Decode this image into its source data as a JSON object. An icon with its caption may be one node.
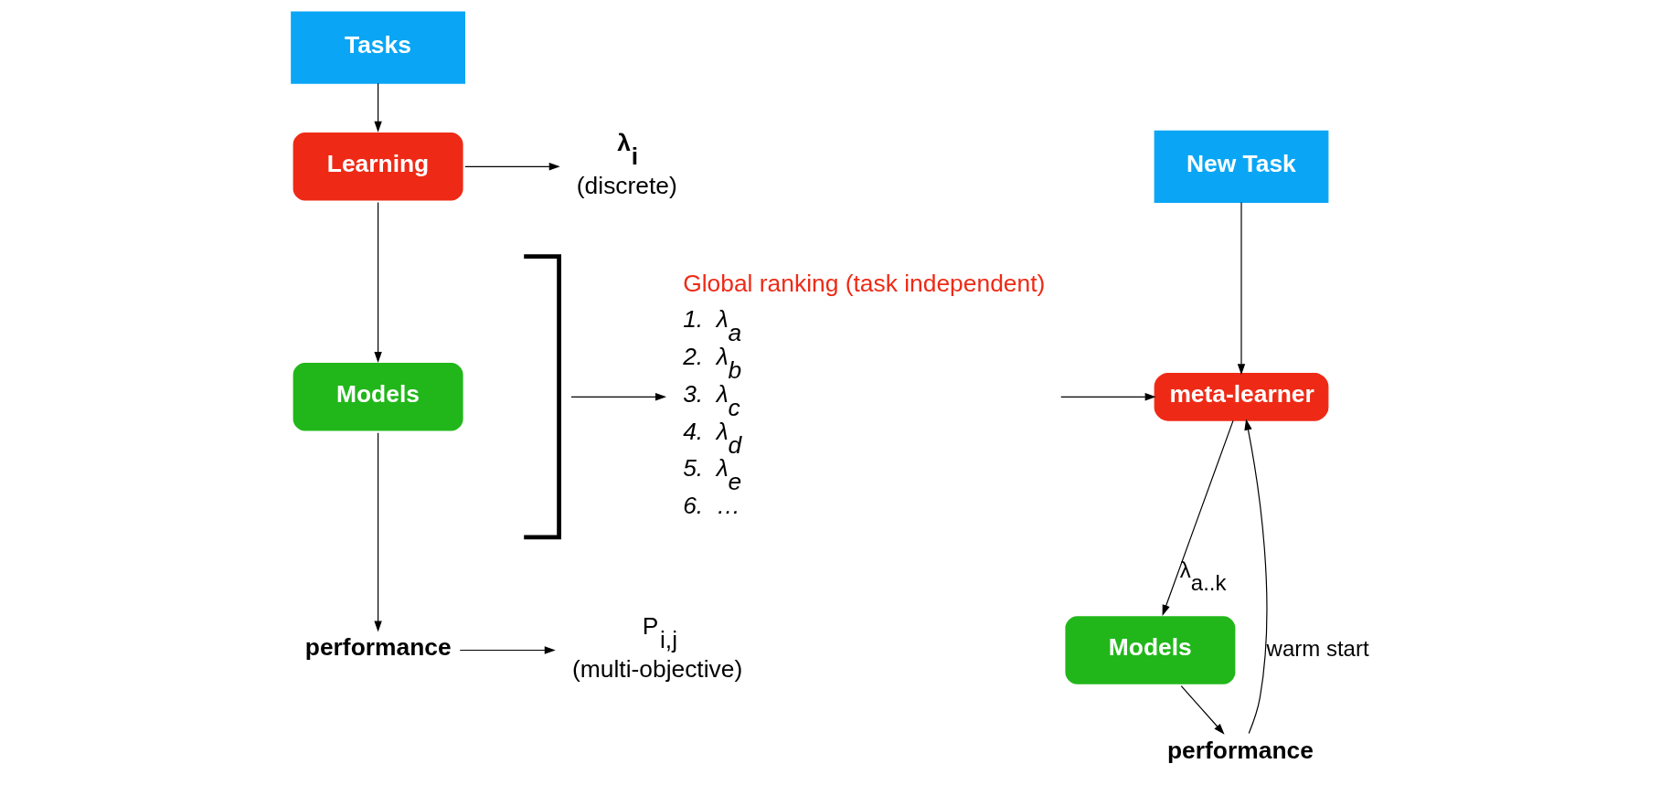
{
  "diagram": {
    "nodes": [
      {
        "text": [
          "Tasks"
        ]
      },
      {
        "text": [
          "Learning"
        ]
      },
      {
        "text": [
          "Models"
        ]
      },
      {
        "text": [
          "performance"
        ]
      },
      {
        "text": [
          "**λ$_{i}$**",
          "(discrete)"
        ]
      },
      {
        "text": [
          "P$_{i,j}$",
          "(multi-objective)"
        ]
      },
      {
        "text": [],
        "shape": "brace"
      },
      {
        "text": [
          "Global ranking (task independent)",
          "1.  λ$_{a}$",
          "2.  λ$_{b}$",
          "3.  λ$_{c}$",
          "4.  λ$_{d}$",
          "5.  λ$_{e}$",
          "6.  …"
        ]
      },
      {
        "text": [
          "New Task"
        ]
      },
      {
        "text": [
          "meta-learner"
        ]
      },
      {
        "text": [
          "Models"
        ]
      },
      {
        "text": [
          "performance"
        ]
      }
    ],
    "edges": [
      {
        "from": 0,
        "to": 1,
        "arrow": "to"
      },
      {
        "from": 1,
        "to": 2,
        "arrow": "to"
      },
      {
        "from": 2,
        "to": 3,
        "arrow": "to"
      },
      {
        "from": 1,
        "to": 4,
        "arrow": "to"
      },
      {
        "from": 3,
        "to": 5,
        "arrow": "to"
      },
      {
        "from": 6,
        "to": 7,
        "arrow": "to"
      },
      {
        "from": 7,
        "to": 9,
        "arrow": "to"
      },
      {
        "from": 8,
        "to": 9,
        "arrow": "to"
      },
      {
        "from": 9,
        "to": 10,
        "label": "λ$_{a..k}$",
        "arrow": "to"
      },
      {
        "from": 10,
        "to": 11,
        "arrow": "to"
      },
      {
        "from": 11,
        "to": 9,
        "label": "warm start",
        "arrow": "to"
      }
    ]
  }
}
